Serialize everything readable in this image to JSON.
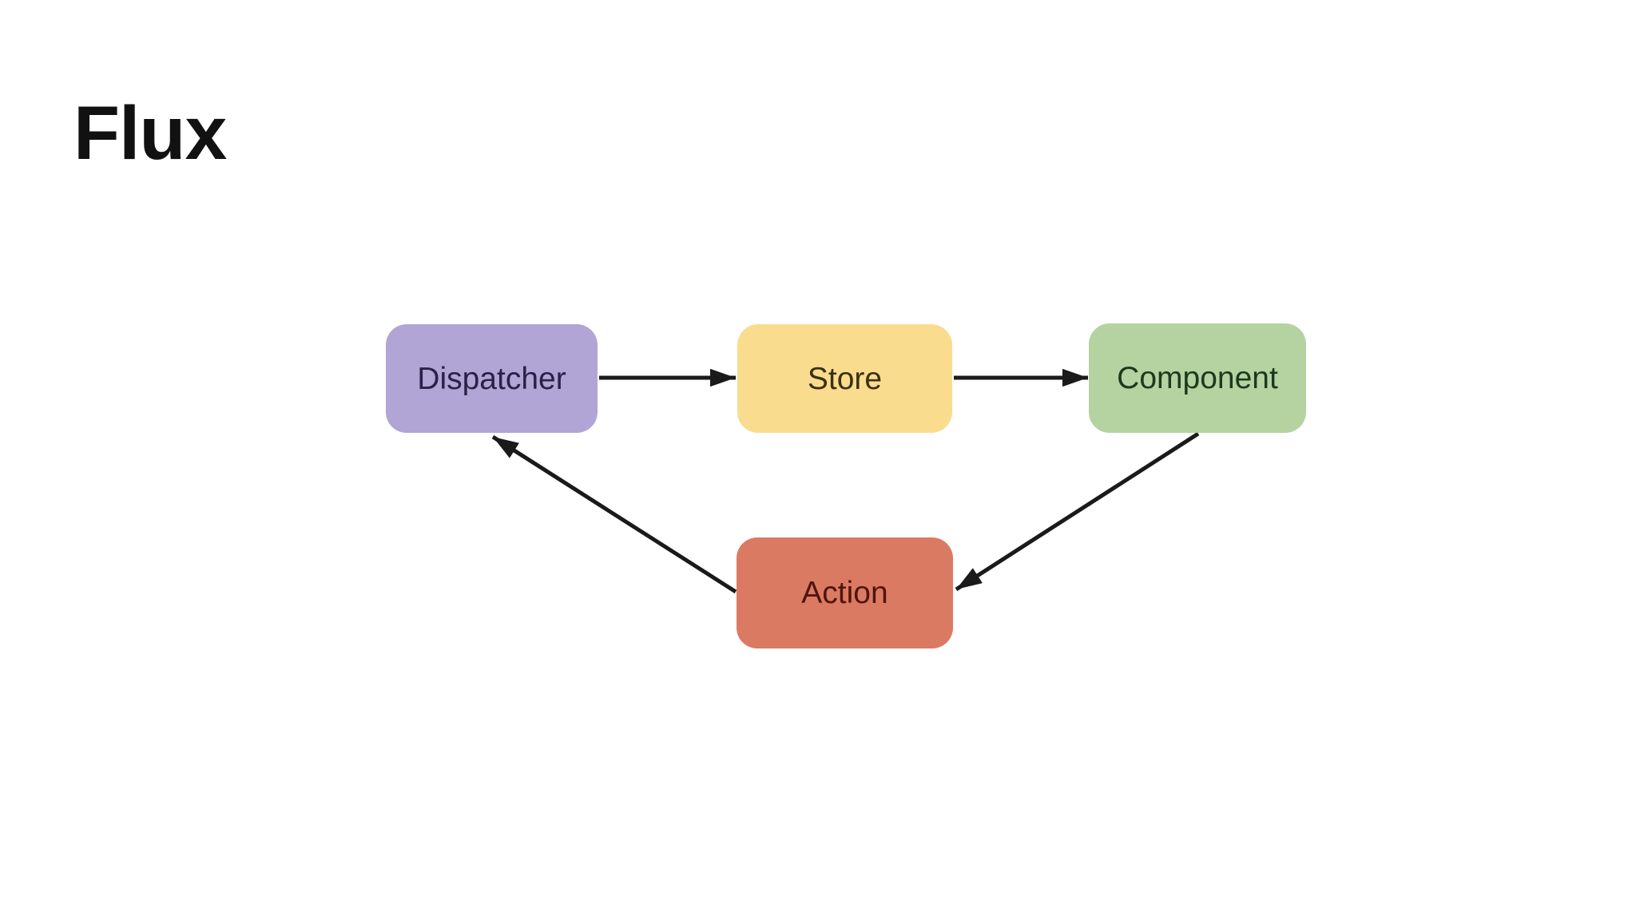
{
  "title": "Flux",
  "title_color": "#111111",
  "background_color": "#FFFFFF",
  "diagram": {
    "type": "flow-cycle",
    "arrow_color": "#1A1A1A",
    "nodes": [
      {
        "id": "dispatcher",
        "label": "Dispatcher",
        "fill": "#B0A5D5",
        "text_color": "#2B2148"
      },
      {
        "id": "store",
        "label": "Store",
        "fill": "#F9DC8E",
        "text_color": "#3A3112"
      },
      {
        "id": "component",
        "label": "Component",
        "fill": "#B4D3A1",
        "text_color": "#1C3A1C"
      },
      {
        "id": "action",
        "label": "Action",
        "fill": "#DB7A62",
        "text_color": "#4F150C"
      }
    ],
    "edges": [
      {
        "from": "dispatcher",
        "to": "store"
      },
      {
        "from": "store",
        "to": "component"
      },
      {
        "from": "component",
        "to": "action"
      },
      {
        "from": "action",
        "to": "dispatcher"
      }
    ]
  }
}
